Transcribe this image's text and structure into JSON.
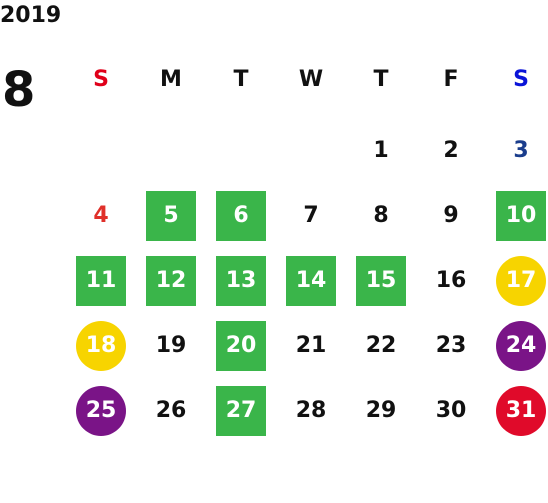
{
  "year": "2019",
  "month": "8",
  "colors": {
    "sunday_header": "#e0001a",
    "saturday_header": "#0a14d8",
    "sunday_day": "#e0302a",
    "saturday_day": "#1a3d8c",
    "green": "#3ab54a",
    "yellow": "#f7d400",
    "purple": "#7a1487",
    "red": "#e00a2a",
    "text": "#111111"
  },
  "weekdays": [
    {
      "label": "S",
      "type": "sunday"
    },
    {
      "label": "M",
      "type": "weekday"
    },
    {
      "label": "T",
      "type": "weekday"
    },
    {
      "label": "W",
      "type": "weekday"
    },
    {
      "label": "T",
      "type": "weekday"
    },
    {
      "label": "F",
      "type": "weekday"
    },
    {
      "label": "S",
      "type": "saturday"
    }
  ],
  "days": [
    {
      "label": "1",
      "style": "plain"
    },
    {
      "label": "2",
      "style": "plain"
    },
    {
      "label": "3",
      "style": "plain"
    },
    {
      "label": "4",
      "style": "plain"
    },
    {
      "label": "5",
      "style": "green-square"
    },
    {
      "label": "6",
      "style": "green-square"
    },
    {
      "label": "7",
      "style": "plain"
    },
    {
      "label": "8",
      "style": "plain"
    },
    {
      "label": "9",
      "style": "plain"
    },
    {
      "label": "10",
      "style": "green-square"
    },
    {
      "label": "11",
      "style": "green-square"
    },
    {
      "label": "12",
      "style": "green-square"
    },
    {
      "label": "13",
      "style": "green-square"
    },
    {
      "label": "14",
      "style": "green-square"
    },
    {
      "label": "15",
      "style": "green-square"
    },
    {
      "label": "16",
      "style": "plain"
    },
    {
      "label": "17",
      "style": "yellow-circle"
    },
    {
      "label": "18",
      "style": "yellow-circle"
    },
    {
      "label": "19",
      "style": "plain"
    },
    {
      "label": "20",
      "style": "green-square"
    },
    {
      "label": "21",
      "style": "plain"
    },
    {
      "label": "22",
      "style": "plain"
    },
    {
      "label": "23",
      "style": "plain"
    },
    {
      "label": "24",
      "style": "purple-circle"
    },
    {
      "label": "25",
      "style": "purple-circle"
    },
    {
      "label": "26",
      "style": "plain"
    },
    {
      "label": "27",
      "style": "green-square"
    },
    {
      "label": "28",
      "style": "plain"
    },
    {
      "label": "29",
      "style": "plain"
    },
    {
      "label": "30",
      "style": "plain"
    },
    {
      "label": "31",
      "style": "red-circle"
    }
  ]
}
